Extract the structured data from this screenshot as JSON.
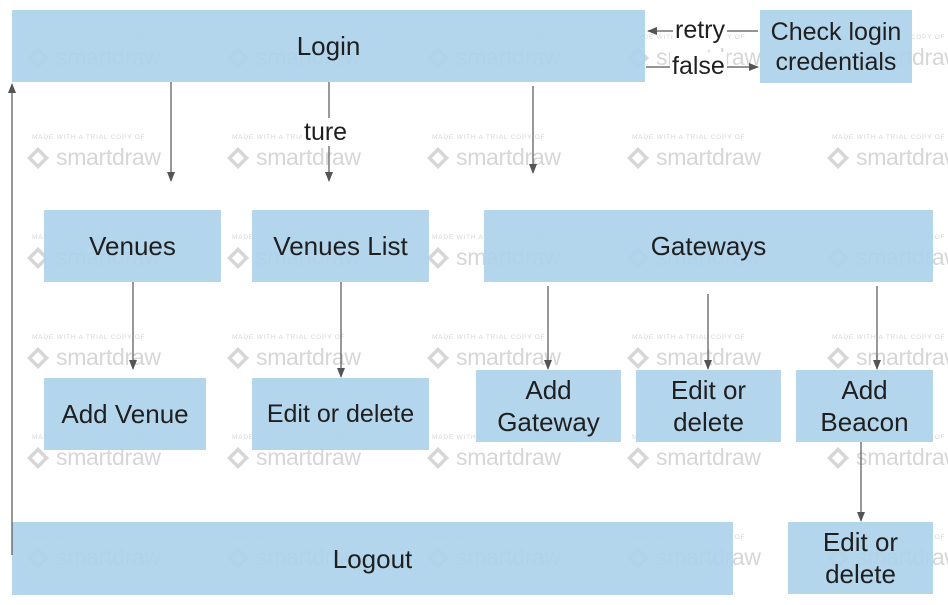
{
  "diagram": {
    "nodes": {
      "login": "Login",
      "check_login": "Check  login\ncredentials",
      "venues": "Venues",
      "venues_list": "Venues List",
      "gateways": "Gateways",
      "add_venue": "Add Venue",
      "edit_delete_venue": "Edit or delete",
      "add_gateway": "Add\nGateway",
      "edit_delete_gateway": "Edit or\ndelete",
      "add_beacon": "Add\nBeacon",
      "edit_delete_beacon": "Edit or\ndelete",
      "logout": "Logout"
    },
    "edge_labels": {
      "retry": "retry",
      "false": "false",
      "true": "ture"
    },
    "edges": [
      {
        "from": "login",
        "to": "check_login",
        "label": "false"
      },
      {
        "from": "check_login",
        "to": "login",
        "label": "retry"
      },
      {
        "from": "login",
        "to": "venues"
      },
      {
        "from": "login",
        "to": "venues_list",
        "label": "ture"
      },
      {
        "from": "login",
        "to": "gateways"
      },
      {
        "from": "venues",
        "to": "add_venue"
      },
      {
        "from": "venues_list",
        "to": "edit_delete_venue"
      },
      {
        "from": "gateways",
        "to": "add_gateway"
      },
      {
        "from": "gateways",
        "to": "edit_delete_gateway"
      },
      {
        "from": "gateways",
        "to": "add_beacon"
      },
      {
        "from": "add_beacon",
        "to": "edit_delete_beacon"
      },
      {
        "from": "logout",
        "to": "login"
      }
    ]
  },
  "watermark": {
    "caption": "MADE WITH A TRIAL COPY OF",
    "brand": "smartdraw"
  },
  "colors": {
    "node_fill": "#aed2eb",
    "node_text": "#1f1f1f",
    "edge": "#555555",
    "watermark": "#c9c9c9"
  }
}
